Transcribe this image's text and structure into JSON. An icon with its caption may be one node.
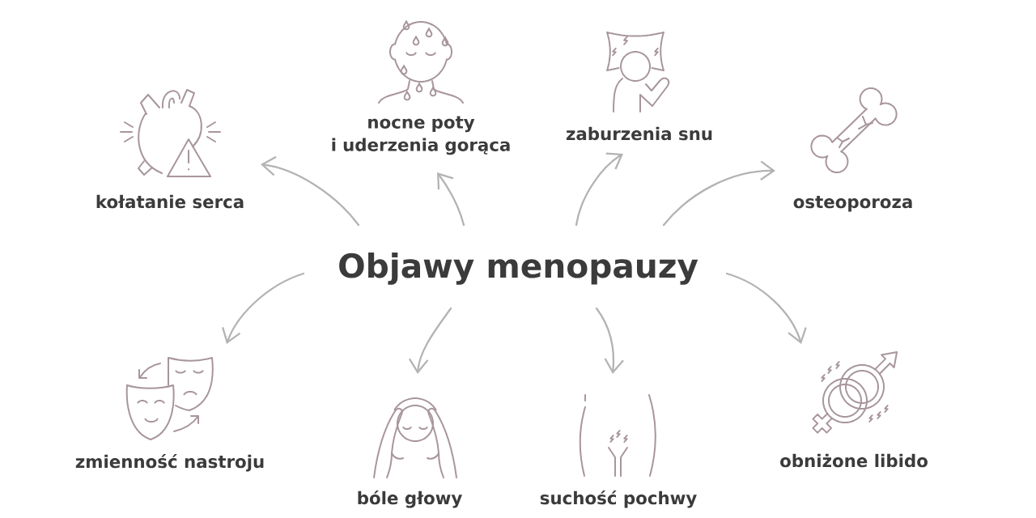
{
  "diagram": {
    "nodes": [
      {
        "text": [
          "kołatanie serca"
        ]
      },
      {
        "text": [
          "nocne poty i uderzenia gorąca"
        ]
      },
      {
        "text": [
          "zaburzenia snu"
        ]
      },
      {
        "text": [
          "osteoporoza"
        ]
      },
      {
        "text": [
          "Objawy menopauzy"
        ]
      },
      {
        "text": [
          "zmienność nastroju"
        ]
      },
      {
        "text": [
          "bóle głowy"
        ]
      },
      {
        "text": [
          "suchość pochwy"
        ]
      },
      {
        "text": [
          "obniżone libido"
        ]
      }
    ],
    "edges": [
      {
        "from": 4,
        "to": 0,
        "arrow": "to"
      },
      {
        "from": 4,
        "to": 1,
        "arrow": "to"
      },
      {
        "from": 4,
        "to": 2,
        "arrow": "to"
      },
      {
        "from": 4,
        "to": 3,
        "arrow": "to"
      },
      {
        "from": 4,
        "to": 5,
        "arrow": "to"
      },
      {
        "from": 4,
        "to": 6,
        "arrow": "to"
      },
      {
        "from": 4,
        "to": 7,
        "arrow": "to"
      },
      {
        "from": 4,
        "to": 8,
        "arrow": "to"
      }
    ]
  }
}
